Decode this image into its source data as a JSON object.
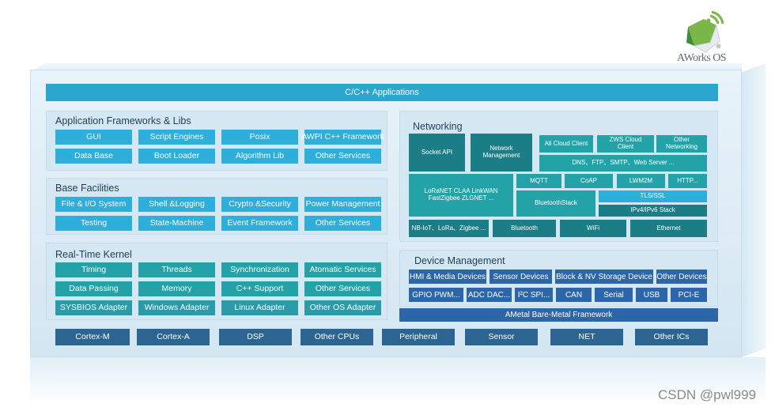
{
  "logo": {
    "brand": "AWorks OS",
    "tagline": "",
    "mark": "®"
  },
  "watermark": "CSDN @pwl999",
  "top_bar": "C/C++ Applications",
  "frameworks": {
    "title": "Application Frameworks & Libs",
    "row1": [
      "GUI",
      "Script Engines",
      "Posix",
      "AWPI C++ Framework"
    ],
    "row2": [
      "Data Base",
      "Boot Loader",
      "Algorithm Lib",
      "Other Services"
    ]
  },
  "base": {
    "title": "Base Facilities",
    "row1": [
      "File & I/O System",
      "Shell &Logging",
      "Crypto &Security",
      "Power Management"
    ],
    "row2": [
      "Testing",
      "State-Machine",
      "Event Framework",
      "Other Services"
    ]
  },
  "kernel": {
    "title": "Real-Time Kernel",
    "row1": [
      "Timing",
      "Threads",
      "Synchronization",
      "Atomatic Services"
    ],
    "row2": [
      "Data Passing",
      "Memory",
      "C++ Support",
      "Other Services"
    ],
    "row3": [
      "SYSBIOS Adapter",
      "Windows Adapter",
      "Linux Adapter",
      "Other OS Adapter"
    ]
  },
  "networking": {
    "title": "Networking",
    "socket": "Socket API",
    "netmgmt": "Network Management",
    "ali": "Ali Cloud Client",
    "zws": "ZWS Cloud Client",
    "other": "Other Networking",
    "dns": "DNS、FTP、SMTP、Web Server ...",
    "lora": "LoRaNET CLAA LinkWAN FastZigbee ZLGNET ...",
    "mqtt": "MQTT",
    "coap": "CoAP",
    "lwm2m": "LWM2M",
    "http": "HTTP...",
    "bt_stack": "BluetoothStack",
    "tls": "TLS/SSL",
    "ipv": "IPv4/IPv6 Stack",
    "bottom": [
      "NB-IoT、LoRa、Zigbee ...",
      "Bluetooth",
      "WiFi",
      "Ethernet"
    ]
  },
  "device": {
    "title": "Device Management",
    "row1": [
      "HMI & Media Devices",
      "Sensor Devices",
      "Block & NV Storage Device",
      "Other Devices"
    ],
    "row2": [
      "GPIO PWM...",
      "ADC DAC...",
      "I²C SPI...",
      "CAN",
      "Serial",
      "USB",
      "PCI-E"
    ]
  },
  "ametal": "AMetal Bare-Metal Framework",
  "hardware": [
    "Cortex-M",
    "Cortex-A",
    "DSP",
    "Other CPUs",
    "Peripheral",
    "Sensor",
    "NET",
    "Other ICs"
  ],
  "colors": {
    "accent": "#2aa6cf",
    "teal": "#23a3a8",
    "dark_teal": "#1b7e86",
    "navy": "#2c6591"
  }
}
